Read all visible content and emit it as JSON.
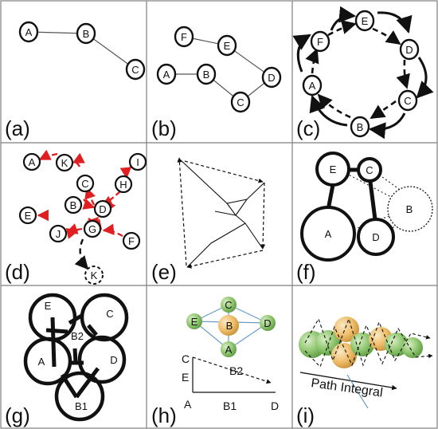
{
  "panels": [
    {
      "id": "a",
      "label": "(a)",
      "nodes": [
        "A",
        "B",
        "C"
      ]
    },
    {
      "id": "b",
      "label": "(b)",
      "nodes": [
        "F",
        "E",
        "A",
        "B",
        "D",
        "C"
      ]
    },
    {
      "id": "c",
      "label": "(c)",
      "nodes": [
        "E",
        "F",
        "D",
        "A",
        "C",
        "B"
      ]
    },
    {
      "id": "d",
      "label": "(d)",
      "nodes": [
        "A",
        "K",
        "I",
        "C",
        "H",
        "B",
        "D",
        "E",
        "G",
        "J",
        "F",
        "K"
      ]
    },
    {
      "id": "e",
      "label": "(e)",
      "nodes": []
    },
    {
      "id": "f",
      "label": "(f)",
      "nodes": [
        "E",
        "C",
        "B",
        "A",
        "D"
      ]
    },
    {
      "id": "g",
      "label": "(g)",
      "nodes": [
        "E",
        "C",
        "B2",
        "A",
        "D",
        "B1"
      ]
    },
    {
      "id": "h",
      "label": "(h)",
      "nodes": [
        "C",
        "E",
        "B",
        "D",
        "A"
      ],
      "axis": {
        "y_top": "C",
        "y_mid": "E",
        "x_left": "A",
        "x_mid": "B1",
        "x_right": "D",
        "diag": "B2"
      }
    },
    {
      "id": "i",
      "label": "(i)",
      "caption": "Path Integral"
    }
  ]
}
